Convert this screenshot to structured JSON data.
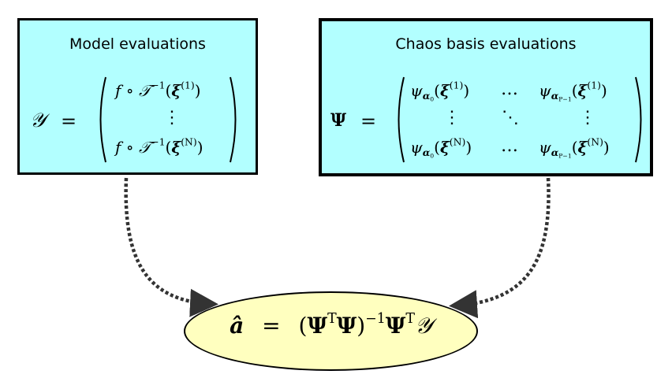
{
  "model_box": {
    "title": "Model evaluations",
    "lhs": "𝒴",
    "equals": "=",
    "rows": [
      {
        "f": "f",
        "compose": " ∘ ",
        "T": "𝒯",
        "inv": "−1",
        "open": "(",
        "xi": "ξ",
        "idx": "(1)",
        "close": ")"
      },
      {
        "f": "f",
        "compose": " ∘ ",
        "T": "𝒯",
        "inv": "−1",
        "open": "(",
        "xi": "ξ",
        "idx": "(N)",
        "close": ")"
      }
    ],
    "vdots": "⋮"
  },
  "chaos_box": {
    "title": "Chaos basis evaluations",
    "lhs": "Ψ",
    "equals": "=",
    "psi": "ψ",
    "alpha": "α",
    "sub_first": "0",
    "sub_last": "P−1",
    "xi": "ξ",
    "idx_first": "(1)",
    "idx_last": "(N)",
    "open": "(",
    "close": ")",
    "hdots": "…",
    "vdots": "⋮",
    "ddots": "⋱"
  },
  "result": {
    "a_hat": "â",
    "equals": "=",
    "open": "(",
    "psi": "Ψ",
    "transpose": "T",
    "close": ")",
    "inv": "−1",
    "y": "𝒴"
  },
  "colors": {
    "box_fill": "#b2ffff",
    "ellipse_fill": "#ffffbf",
    "arrow": "#333333"
  }
}
